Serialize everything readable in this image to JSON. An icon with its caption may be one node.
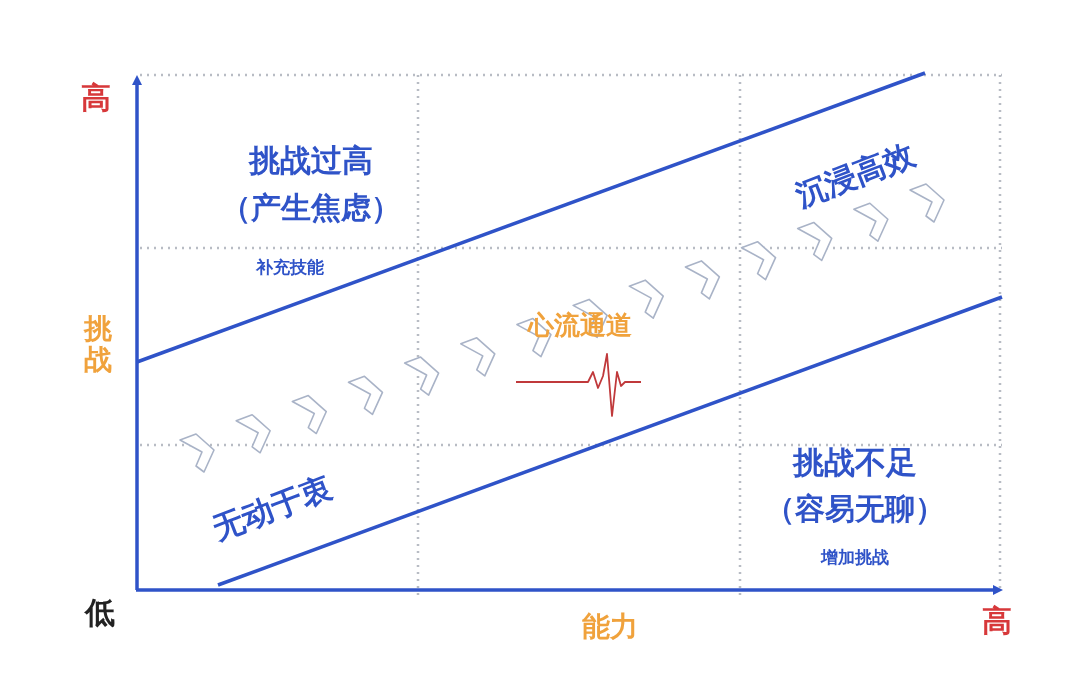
{
  "diagram": {
    "labels": [
      "高",
      "挑战过高",
      "（产生焦虑）",
      "沉浸高效",
      "补充技能",
      "挑战",
      "心流通道",
      "无动于衷",
      "挑战不足",
      "（容易无聊）",
      "增加挑战",
      "低",
      "能力",
      "高"
    ]
  }
}
